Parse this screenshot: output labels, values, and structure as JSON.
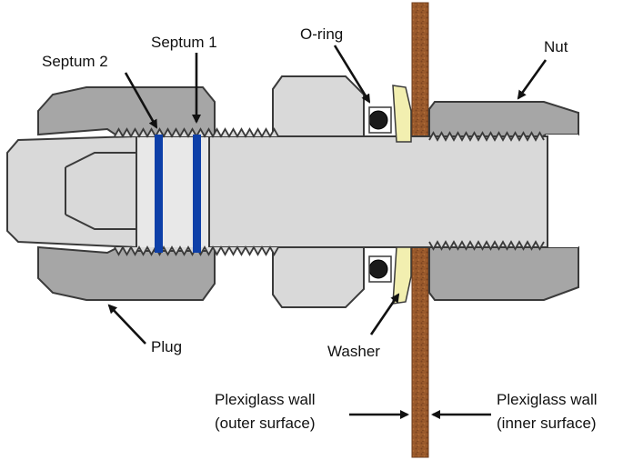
{
  "labels": {
    "septum1": "Septum 1",
    "septum2": "Septum 2",
    "oring": "O-ring",
    "nut": "Nut",
    "plug": "Plug",
    "washer": "Washer",
    "wall_outer_line1": "Plexiglass wall",
    "wall_outer_line2": "(outer surface)",
    "wall_inner_line1": "Plexiglass wall",
    "wall_inner_line2": "(inner surface)"
  },
  "colors": {
    "body_fill": "#d9d9d9",
    "nut_fill": "#a6a6a6",
    "outline": "#3a3a3a",
    "septum_blue": "#0d3fa8",
    "washer_yellow": "#f2efb0",
    "oring_black": "#1a1a1a",
    "wall_brown": "#9a5a2c"
  }
}
